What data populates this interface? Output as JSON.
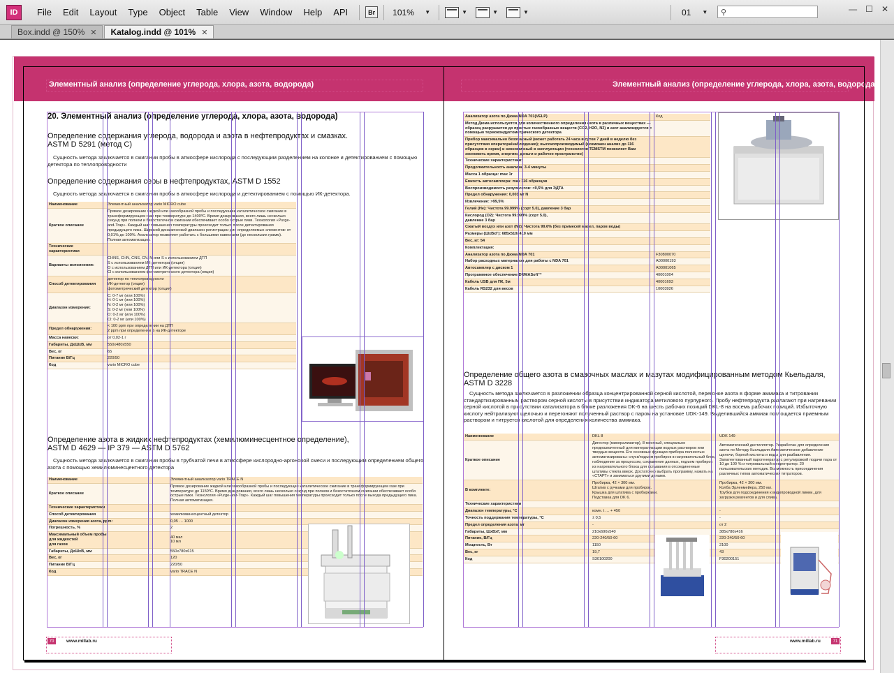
{
  "app": {
    "logo": "ID",
    "menu": [
      "File",
      "Edit",
      "Layout",
      "Type",
      "Object",
      "Table",
      "View",
      "Window",
      "Help",
      "API"
    ],
    "bridge": "Br",
    "zoom": "101%",
    "page": "01",
    "accent": "#c5336f"
  },
  "tabs": [
    {
      "label": "Box.indd @ 150%"
    },
    {
      "label": "Katalog.indd @ 101%"
    }
  ],
  "icons": {
    "close": "✕",
    "search": "⚲",
    "minimize": "—",
    "maximize": "☐"
  },
  "header": {
    "left": "Элементный анализ (определение углерода, хлора, азота, водорода)",
    "right": "Элементный анализ (определение углерода, хлора, азота, водорода)"
  },
  "left": {
    "title": "20. Элементный анализ (определение углерода, хлора, азота, водорода)",
    "s1_h": "Определение содержания углерода, водорода и азота в нефтепродуктах и смазках.\nASTM D 5291 (метод С)",
    "s1_p": "Сущность метода заключается в сжигании пробы в атмосфере кислорода с последующим разделением на колонке и детектированием с помощью детектора по теплопроводности",
    "s2_h": "Определение содержания серы в нефтепродуктах, ASTM D 1552",
    "s2_p": "Сущность метода заключается в сжигании пробы в атмосфере кислорода и детектированием с помощью ИК-детектора.",
    "t1": [
      [
        "Наименование",
        "Элементный анализатор vario MICRO cube"
      ],
      [
        "Краткое описание",
        "Прямое дозирование жидкой или газообразной пробы и последующее каталитическое сжигание в трансформирующем газе при температуре до 1400ºC. Время дозирования, всего лишь несколько секунд при полном и безостаточном сжигании обеспечивает особо острые пики. Технология «Purge-and-Trap». Каждый шаг повышения температуры происходит только после детектирования предыдущего пика. Широкий динамический диапазон регистрации для определяемых элементов: от 0,01% до 100%. Анализатор позволяет работать с большими навесками (до нескольких грамм). Полная автоматизация."
      ],
      [
        "Технические характеристики",
        ""
      ],
      [
        "Варианты исполнения:",
        "CHNS, CHN, CNS, CN, N или S с использованием ДТП\nS с использованием ИК-детектора (опция)\nO с использованием ДТП или ИК-детектора (опция)\nCl с использованием фотометрического детектора (опция)"
      ],
      [
        "Способ детектирования",
        "детектор по теплопроводности\nИК-детектор (опция)\nфотометрический детектор (опция)"
      ],
      [
        "Диапазон измерения:",
        "C: 0-7 мг (или 100%)\nH: 0-1 мг (или 100%)\nN: 0-2 мг (или 100%)\nS: 0-2 мг (или 100%)\nO: 0-2 мг (или 100%)\nCl: 0-2 мг (или 100%)"
      ],
      [
        "Предел обнаружения:",
        "< 100 ppm при определении на ДТП\n2 ppm при определении S на ИК-детекторе"
      ],
      [
        "Масса навески:",
        "от 0,02-1 г"
      ],
      [
        "Габариты, ДхШхВ, мм",
        "550х480х550"
      ],
      [
        "Вес, кг",
        "65"
      ],
      [
        "Питание В/Гц",
        "220/50"
      ],
      [
        "Код",
        "vario MICRO cube"
      ]
    ],
    "s3_h": "Определение азота в жидких нефтепродуктах (хемилюминесцентное определение),\nASTM D 4629 — IP 379 — ASTM D 5762",
    "s3_p": "Сущность метода заключается в сжигании пробы в трубчатой печи в атмосфере кислородно-аргоновой смеси и последующим определением общего азота с помощью хемилюминесцентного детектора",
    "t2": [
      [
        "Наименование",
        "Элементный анализатор vario TRACE N"
      ],
      [
        "Краткое описание",
        "Прямое дозирование жидкой или газообразной пробы и последующее каталитическое сжигание в трансформирующем газе при температуре до 1150ºC. Время дозирования, всего лишь несколько секунд при полном и безостаточном сжигании обеспечивает особо острые пики. Технология «Purge-and-Trap». Каждый шаг повышения температуры происходит только после выхода предыдущего пика. Полная автоматизация."
      ],
      [
        "Технические характеристики",
        ""
      ],
      [
        "Способ детектирования",
        "хемилюминесцентный детектор"
      ],
      [
        "Диапазон измерения азота, ppm:",
        "0,05 … 1000"
      ],
      [
        "Погрешность, %",
        "2"
      ],
      [
        "Максимальный объем пробы:\nдля жидкостей\nдля газов",
        "40 мкл\n10 мл"
      ],
      [
        "Габариты, ДхШхВ, мм",
        "550х780х615"
      ],
      [
        "Вес, кг",
        "120"
      ],
      [
        "Питание В/Гц",
        "220/50"
      ],
      [
        "Код",
        "vario TRACE N"
      ]
    ],
    "footer": "www.millab.ru",
    "page": "70"
  },
  "right": {
    "t3": [
      [
        "Анализатор азота по Дюма NDA 701(VELP)",
        "Код"
      ],
      [
        "Метод Дюма используется для количественного определения азота в различных веществах — образец разрушается до простых газообразных веществ (CO2, H2O, N2) и азот анализируется с помощью термокондуктометрического детектора",
        ""
      ],
      [
        "Прибор максимально безопасный (может работать 24 часа в сутки 7 дней в неделю без присутствия оператора/наблюдения); высокопроизводимый (возможен анализ до 116 образцов в серии) и экономичный в эксплуатации (технология TEMSTM позволяет Вам экономить время, энергию, деньги и рабочее пространство)",
        ""
      ],
      [
        "Технические характеристики:",
        ""
      ],
      [
        "Продолжительность анализа: 3-4 минуты",
        ""
      ],
      [
        "Масса 1 образца: max 1г",
        ""
      ],
      [
        "Емкость автосамплера: max 116 образцов",
        ""
      ],
      [
        "Воспроизводимость результатов: <0,5% для ЭДТА",
        ""
      ],
      [
        "Предел обнаружения: 0,003 мг N",
        ""
      ],
      [
        "Извлечение: >99,5%",
        ""
      ],
      [
        "Гелий (Не): Чистота 99.999% (сорт 5.0), давление 3 бар",
        ""
      ],
      [
        "Кислород (O2): Чистота 99.999% (сорт 5.0),\nдавление 3 бар",
        ""
      ],
      [
        "Сжатый воздух или азот (N2): Чистота 99.6% (без примесей масел, паров воды)",
        ""
      ],
      [
        "Размеры (ШхВхГ): 685х510х410 мм",
        ""
      ],
      [
        "Вес, кг: 54",
        ""
      ],
      [
        "Комплектация:",
        ""
      ],
      [
        "Анализатор азота по Дюма NDA 701",
        "F30800070"
      ],
      [
        "Набор расходных материалов для работы с NDA 701",
        "A00000193"
      ],
      [
        "Автосамплер с диском 1",
        "A00001065"
      ],
      [
        "Программное обеспечение DUMASoft™",
        "40001004"
      ],
      [
        "Кабель USB для ПК, 5м",
        "40001693"
      ],
      [
        "Кабель RS232 для весов",
        "10003926"
      ]
    ],
    "s4_h": "Определение общего азота в смазочных маслах и мазутах модифицированным методом Кьельдаля, ASTM D 3228",
    "s4_p": "Сущность метода заключается в разложении образца концентрированной серной кислотой, перегонке азота в форме аммиака и титровании стандартизированным раствором серной кислоты в присутствии индикатора метилового пурпурного. Пробу нефтепродукта разлагают при нагревании серной кислотой в присутствии катализатора в блоке разложения DK-6 на шесть рабочих позиций DKL-8 на восемь рабочих позиций. Избыточную кислоту нейтрализуют щелочью и перегоняют полученный раствор с паром на установке UDK-149. Выделившийся аммиак поглощается приемным раствором и титруется кислотой для определения количества аммиака.",
    "t4": [
      [
        "Наименование",
        "DKL 8",
        "UDK 149"
      ],
      [
        "Краткое описание",
        "Дигестор (минерализатор), 8-местный, специально предназначенный для минерализации водных растворов или твердых веществ. Его основные функции прибора полностью автоматизированы: спуск/подъем пробирок в нагревательный блок, наблюдение за процессом, сохранение данных, подъем пробирок из нагревательного блока для остывания в отсоединенные штативы стекла вверх. Достаточно выбрать программу, нажать на «СТАРТ» и заниматься другими делами.",
        "Автоматический дистиллятор. Разработан для определения азота по Методу Кьельдаля Автоматическое добавление щелочи, борной кислоты и воды для разбавления. Запатентованный парогенератор с регулировкой подачи пара от 10 до 100 % и титровальный концентратор. 20 пользовательских методик. Возможность присоединения различных типов автоматических титраторов."
      ],
      [
        "В комплекте:",
        "Пробирка, 42 × 300 мм.\nШтатив с ручками для пробирок.\nКрышка для штатива с пробирками.\nПодставка для DK 6.",
        "Пробирка, 42 × 300 мм.\nКолба Эрленмейера, 250 мл.\nТрубки для подсоединения к водопроводной линии, для загрузки реагентов и для слива."
      ],
      [
        "Технические характеристики",
        "",
        ""
      ],
      [
        "Диапазон температуры, °С",
        "комн. t … + 450",
        "-"
      ],
      [
        "Точность поддержания температуры, °С",
        "± 0,5",
        "-"
      ],
      [
        "Предел определения азота, мг",
        "-",
        "от 2"
      ],
      [
        "Габариты, ШхВхГ, мм",
        "210х690х540",
        "385х780х416"
      ],
      [
        "Питание, В/Гц",
        "220-240/50-60",
        "220-240/50-60"
      ],
      [
        "Мощность, Вт",
        "1150",
        "2100"
      ],
      [
        "Вес, кг",
        "19,7",
        "43"
      ],
      [
        "Код",
        "S30100200",
        "F30200151"
      ]
    ],
    "footer": "www.millab.ru",
    "page": "71"
  }
}
